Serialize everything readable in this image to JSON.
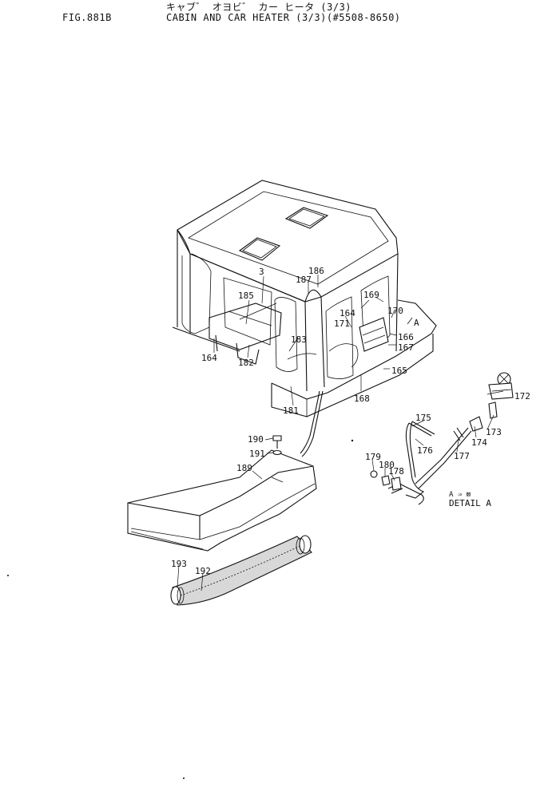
{
  "header": {
    "figure_number": "FIG.881B",
    "title_jp": "キャブ゛ オヨビ゛ カー ヒータ (3/3)",
    "title_en": "CABIN AND CAR HEATER (3/3)(#5508-8650)"
  },
  "parts": [
    {
      "id": "p3",
      "label": "3"
    },
    {
      "id": "p164a",
      "label": "164"
    },
    {
      "id": "p164b",
      "label": "164"
    },
    {
      "id": "p165",
      "label": "165"
    },
    {
      "id": "p166",
      "label": "166"
    },
    {
      "id": "p167",
      "label": "167"
    },
    {
      "id": "p168",
      "label": "168"
    },
    {
      "id": "p169",
      "label": "169"
    },
    {
      "id": "p170",
      "label": "170"
    },
    {
      "id": "p171",
      "label": "171"
    },
    {
      "id": "p172",
      "label": "172"
    },
    {
      "id": "p173",
      "label": "173"
    },
    {
      "id": "p174",
      "label": "174"
    },
    {
      "id": "p175",
      "label": "175"
    },
    {
      "id": "p176",
      "label": "176"
    },
    {
      "id": "p177",
      "label": "177"
    },
    {
      "id": "p178",
      "label": "178"
    },
    {
      "id": "p179",
      "label": "179"
    },
    {
      "id": "p180",
      "label": "180"
    },
    {
      "id": "p181",
      "label": "181"
    },
    {
      "id": "p182",
      "label": "182"
    },
    {
      "id": "p183",
      "label": "183"
    },
    {
      "id": "p185",
      "label": "185"
    },
    {
      "id": "p186",
      "label": "186"
    },
    {
      "id": "p187",
      "label": "187"
    },
    {
      "id": "p189",
      "label": "189"
    },
    {
      "id": "p190",
      "label": "190"
    },
    {
      "id": "p191",
      "label": "191"
    },
    {
      "id": "p192",
      "label": "192"
    },
    {
      "id": "p193",
      "label": "193"
    }
  ],
  "detail": {
    "ref_label": "A",
    "marker": "A ⇒ ⊠",
    "caption": "DETAIL A"
  }
}
